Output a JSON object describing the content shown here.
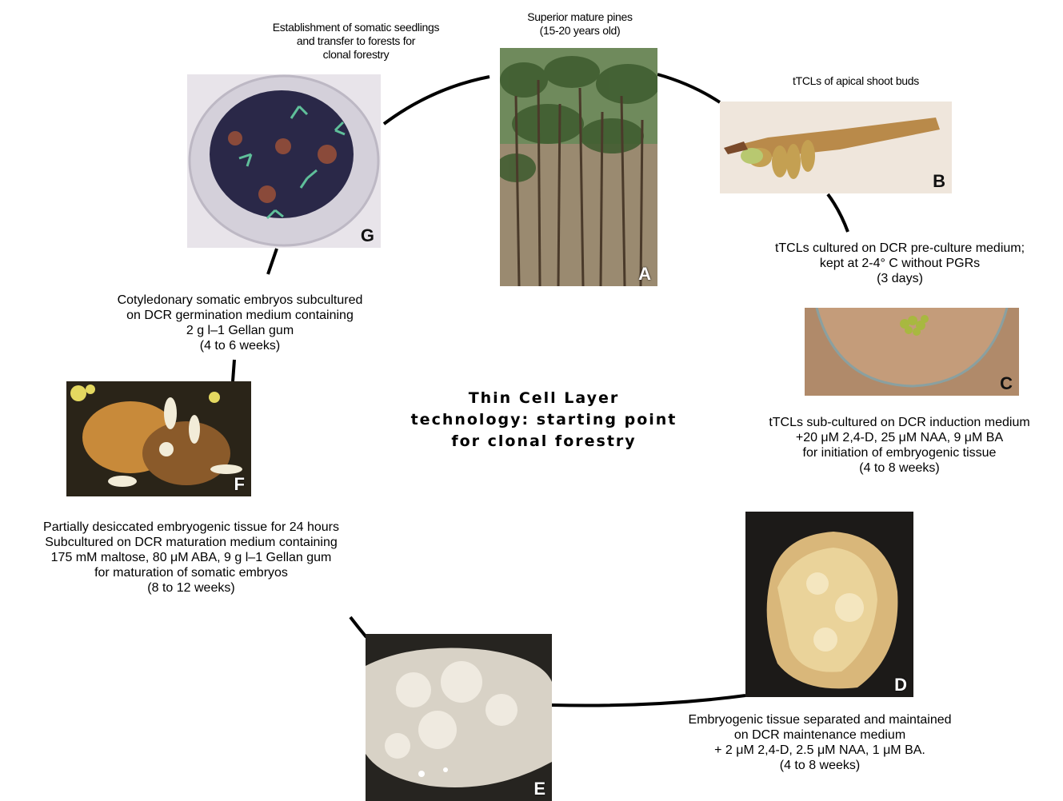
{
  "title_lines": [
    "Thin Cell Layer",
    "technology: starting point",
    "for clonal forestry"
  ],
  "panels": {
    "A": {
      "label": "A"
    },
    "B": {
      "label": "B"
    },
    "C": {
      "label": "C"
    },
    "D": {
      "label": "D"
    },
    "E": {
      "label": "E"
    },
    "F": {
      "label": "F"
    },
    "G": {
      "label": "G"
    }
  },
  "captions": {
    "A": [
      "Superior mature pines",
      "(15-20 years old)"
    ],
    "B": [
      "tTCLs of apical shoot buds"
    ],
    "B_culture": [
      "tTCLs cultured on DCR pre-culture medium;",
      "kept at 2-4° C without PGRs",
      "(3 days)"
    ],
    "C": [
      "tTCLs sub-cultured on DCR induction medium",
      "+20 μM 2,4-D, 25 μM NAA, 9 μM BA",
      "for initiation of embryogenic tissue",
      "(4 to 8 weeks)"
    ],
    "D": [
      "Embryogenic tissue separated and maintained",
      "on DCR maintenance medium",
      "+ 2 μM 2,4-D, 2.5 μM NAA, 1 μM BA.",
      "(4 to 8 weeks)"
    ],
    "E": [
      "Partially desiccated embryogenic tissue for 24 hours",
      "Subcultured on DCR maturation medium containing",
      "175 mM maltose, 80 μM ABA, 9 g l–1 Gellan gum",
      "for maturation of somatic embryos",
      "(8 to 12 weeks)"
    ],
    "F": [
      "Cotyledonary somatic embryos subcultured",
      "on DCR germination medium containing",
      "2 g l–1 Gellan gum",
      "(4 to 6 weeks)"
    ],
    "G": [
      "Establishment of somatic seedlings",
      "and transfer to forests for",
      "clonal forestry"
    ]
  }
}
